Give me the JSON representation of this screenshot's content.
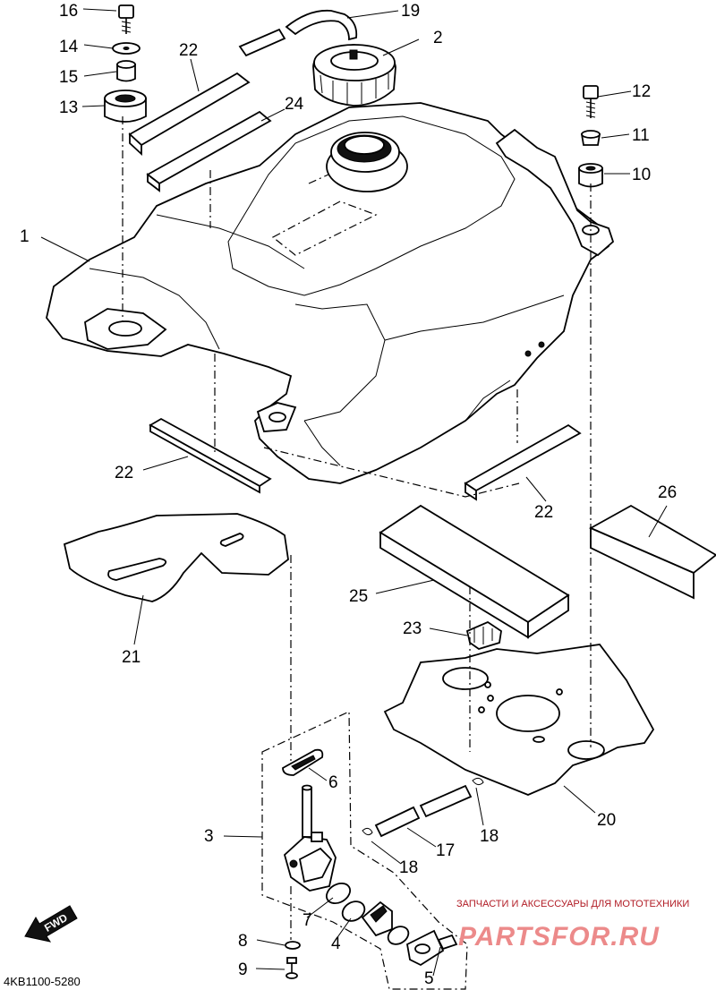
{
  "diagram_code": "4KB1100-5280",
  "fwd_label": "FWD",
  "watermark": {
    "top": "ЗАПЧАСТИ И АКСЕССУАРЫ ДЛЯ МОТОТЕХНИКИ",
    "brand": "PARTSFOR.RU"
  },
  "callouts": {
    "c1": "1",
    "c2": "2",
    "c3": "3",
    "c4": "4",
    "c5": "5",
    "c6": "6",
    "c7": "7",
    "c8": "8",
    "c9": "9",
    "c10": "10",
    "c11": "11",
    "c12": "12",
    "c13": "13",
    "c14": "14",
    "c15": "15",
    "c16": "16",
    "c17": "17",
    "c18a": "18",
    "c18b": "18",
    "c19": "19",
    "c20": "20",
    "c21": "21",
    "c22a": "22",
    "c22b": "22",
    "c22c": "22",
    "c23": "23",
    "c24": "24",
    "c25": "25",
    "c26": "26"
  }
}
